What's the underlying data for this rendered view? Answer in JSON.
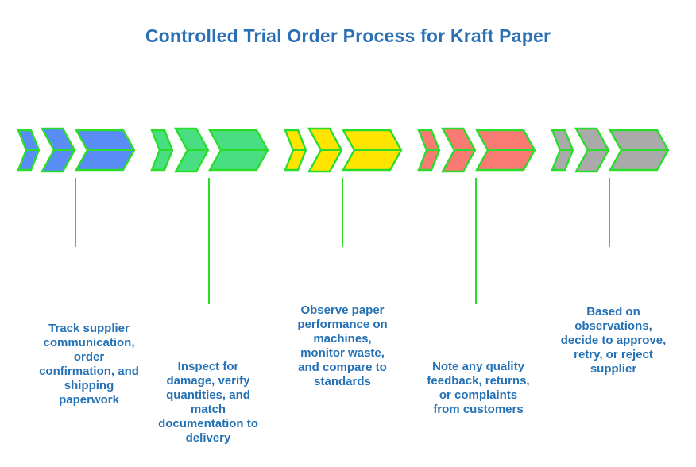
{
  "title": "Controlled Trial Order Process for Kraft Paper",
  "colors": {
    "background": "#ffffff",
    "outline_green": "#2bdd2b",
    "title_blue": "#2b70b4",
    "text_blue": "#2571b5"
  },
  "stages": [
    {
      "fill": "#5a8cf5",
      "description": "Track supplier\ncommunication,\norder\nconfirmation, and\nshipping\npaperwork"
    },
    {
      "fill": "#4ade83",
      "description": "Inspect for\ndamage, verify\nquantities, and\nmatch\ndocumentation to\ndelivery"
    },
    {
      "fill": "#ffe400",
      "description": "Observe paper\nperformance on\nmachines,\nmonitor waste,\nand compare to\nstandards"
    },
    {
      "fill": "#f87a72",
      "description": "Note any quality\nfeedback, returns,\nor complaints\nfrom customers"
    },
    {
      "fill": "#aaaaaa",
      "description": "Based on\nobservations,\ndecide to approve,\nretry, or reject\nsupplier"
    }
  ]
}
